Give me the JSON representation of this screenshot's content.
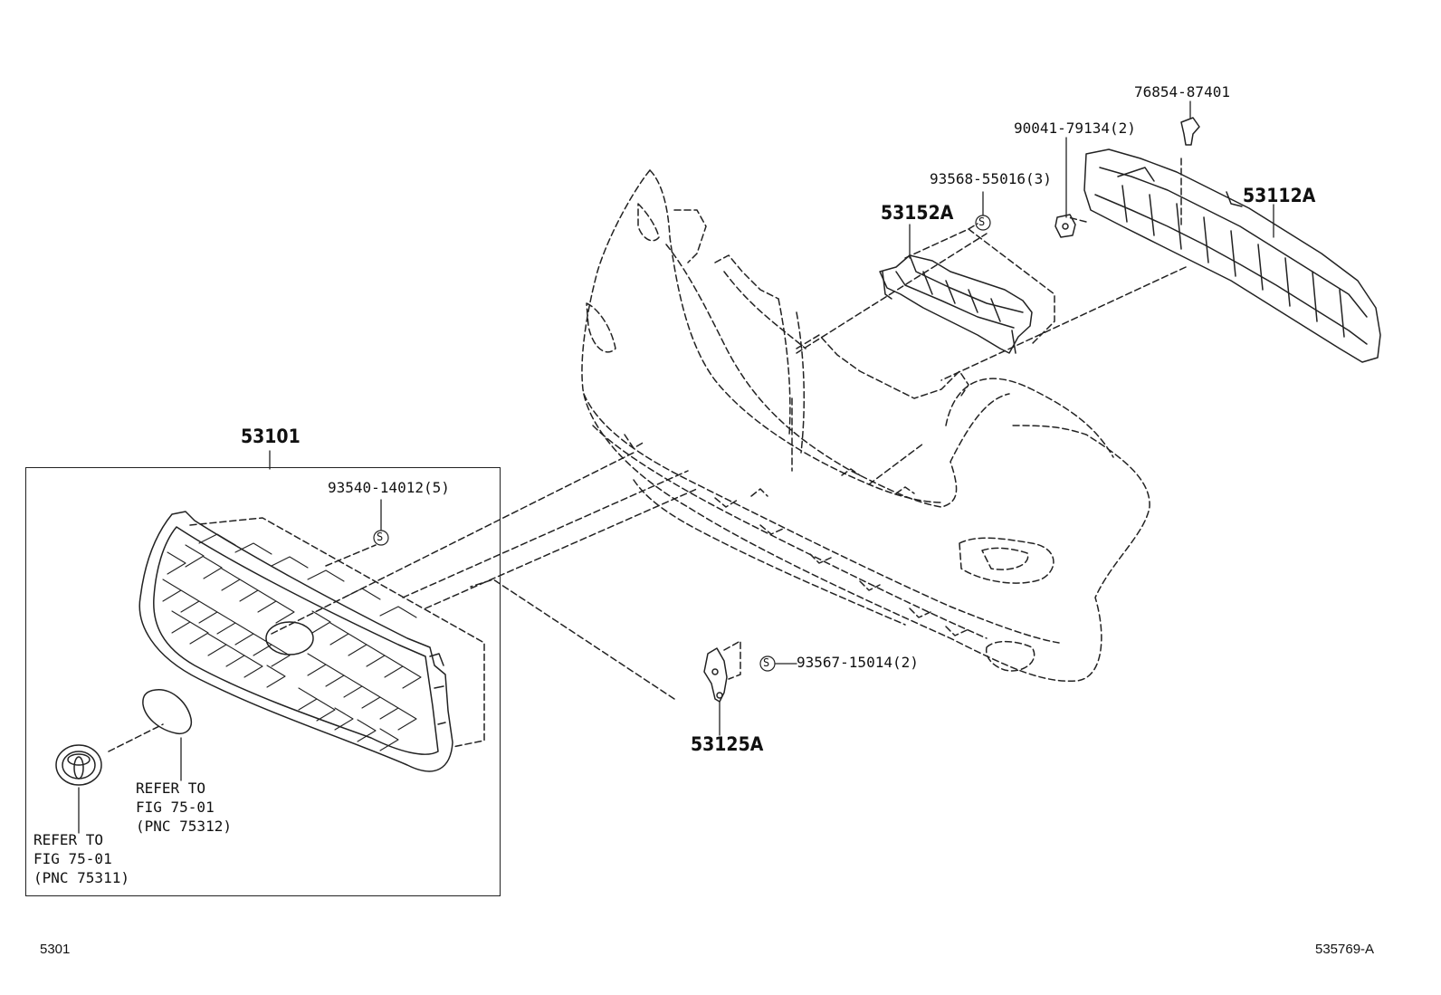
{
  "labels": {
    "p76854": "76854-87401",
    "p90041": "90041-79134(2)",
    "p93568": "93568-55016(3)",
    "p53152a": "53152A",
    "p53112a": "53112A",
    "p53101": "53101",
    "p93540": "93540-14012(5)",
    "p93567": "93567-15014(2)",
    "p53125a": "53125A"
  },
  "notes": {
    "emblem": [
      "REFER TO",
      "FIG 75-01",
      "(PNC 75312)"
    ],
    "logo": [
      "REFER TO",
      "FIG 75-01",
      "(PNC 75311)"
    ]
  },
  "symbols": {
    "screw": "S"
  },
  "footer": {
    "left": "5301",
    "right": "535769-A"
  }
}
